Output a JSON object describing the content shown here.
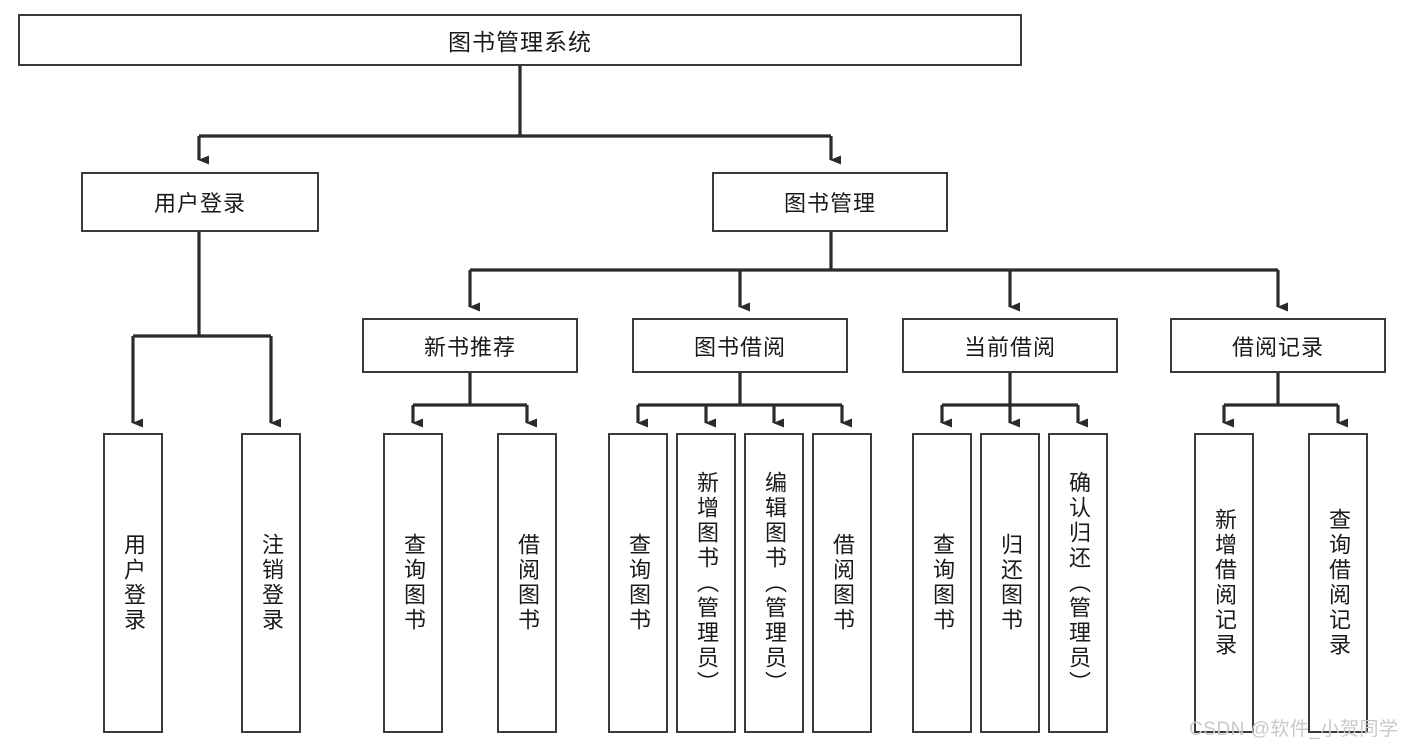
{
  "diagram": {
    "title": "图书管理系统",
    "type": "tree-hierarchy-diagram",
    "watermark": "CSDN @软件_小贺同学",
    "colors": {
      "box_border": "#3a3a3a",
      "edge": "#2b2b2b",
      "background": "#ffffff",
      "text": "#1a1a1a",
      "watermark": "#c9c9c9"
    },
    "root": {
      "label": "图书管理系统"
    },
    "level2": [
      {
        "id": "user-login",
        "label": "用户登录"
      },
      {
        "id": "book-management",
        "label": "图书管理"
      }
    ],
    "level3": [
      {
        "id": "new-book-recommend",
        "label": "新书推荐"
      },
      {
        "id": "book-borrow",
        "label": "图书借阅"
      },
      {
        "id": "current-borrow",
        "label": "当前借阅"
      },
      {
        "id": "borrow-record",
        "label": "借阅记录"
      }
    ],
    "leaves": {
      "user_login": [
        {
          "id": "leaf-user-login",
          "label": "用户登录"
        },
        {
          "id": "leaf-user-logout",
          "label": "注销登录"
        }
      ],
      "new_book_recommend": [
        {
          "id": "leaf-query-book-1",
          "label": "查询图书"
        },
        {
          "id": "leaf-borrow-book-1",
          "label": "借阅图书"
        }
      ],
      "book_borrow": [
        {
          "id": "leaf-query-book-2",
          "label": "查询图书"
        },
        {
          "id": "leaf-add-book",
          "label": "新增图书（管理员）"
        },
        {
          "id": "leaf-edit-book",
          "label": "编辑图书（管理员）"
        },
        {
          "id": "leaf-borrow-book-2",
          "label": "借阅图书"
        }
      ],
      "current_borrow": [
        {
          "id": "leaf-query-book-3",
          "label": "查询图书"
        },
        {
          "id": "leaf-return-book",
          "label": "归还图书"
        },
        {
          "id": "leaf-confirm-return",
          "label": "确认归还（管理员）"
        }
      ],
      "borrow_record": [
        {
          "id": "leaf-add-record",
          "label": "新增借阅记录"
        },
        {
          "id": "leaf-query-record",
          "label": "查询借阅记录"
        }
      ]
    }
  }
}
